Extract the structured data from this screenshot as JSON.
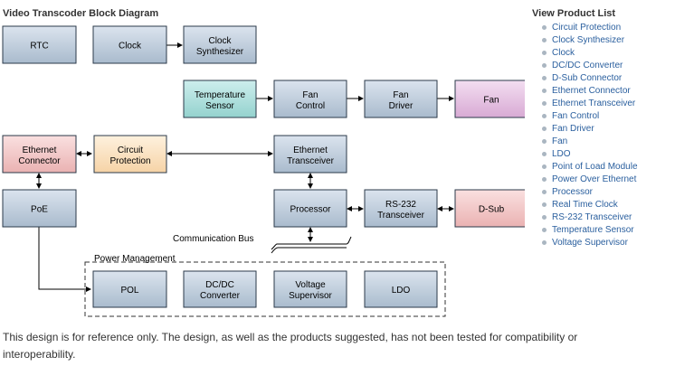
{
  "diagram": {
    "title": "Video Transcoder Block Diagram",
    "blocks": {
      "rtc": "RTC",
      "clock": "Clock",
      "clock_synth": [
        "Clock",
        "Synthesizer"
      ],
      "temp_sensor": [
        "Temperature",
        "Sensor"
      ],
      "fan_control": [
        "Fan",
        "Control"
      ],
      "fan_driver": [
        "Fan",
        "Driver"
      ],
      "fan": "Fan",
      "eth_connector": [
        "Ethernet",
        "Connector"
      ],
      "circuit_protection": [
        "Circuit",
        "Protection"
      ],
      "eth_transceiver": [
        "Ethernet",
        "Transceiver"
      ],
      "poe": "PoE",
      "processor": "Processor",
      "rs232": [
        "RS-232",
        "Transceiver"
      ],
      "dsub": "D-Sub",
      "pol": "POL",
      "dcdc": [
        "DC/DC",
        "Converter"
      ],
      "voltage_supervisor": [
        "Voltage",
        "Supervisor"
      ],
      "ldo": "LDO"
    },
    "bus_label": "Communication Bus",
    "group_label": "Power Management",
    "colors": {
      "default_block": "#b7c6d6",
      "sensor_block": "#a5dcd9",
      "fan_block": "#e3bde0",
      "connector_block": "#f2c4c4",
      "protection_block": "#fbe2bf"
    }
  },
  "product_list": {
    "title": "View Product List",
    "items": [
      "Circuit Protection",
      "Clock Synthesizer",
      "Clock",
      "DC/DC Converter",
      "D-Sub Connector",
      "Ethernet Connector",
      "Ethernet Transceiver",
      "Fan Control",
      "Fan Driver",
      "Fan",
      "LDO",
      "Point of Load Module",
      "Power Over Ethernet",
      "Processor",
      "Real Time Clock",
      "RS-232 Transceiver",
      "Temperature Sensor",
      "Voltage Supervisor"
    ]
  },
  "footer": {
    "note": "This design is for reference only. The design, as well as the products suggested, has not been tested for compatibility or interoperability."
  }
}
